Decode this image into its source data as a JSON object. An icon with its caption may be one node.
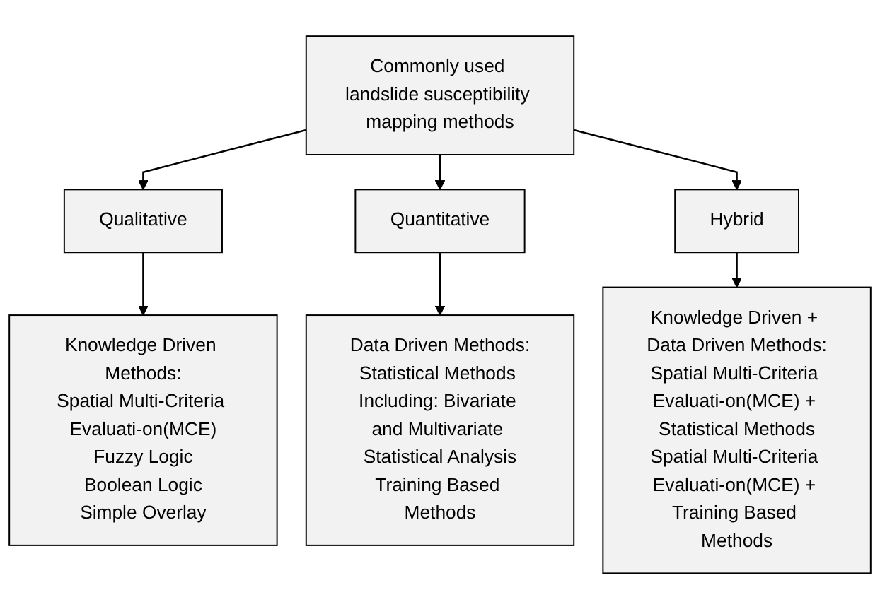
{
  "diagram": {
    "nodes": [
      {
        "text": [
          "Commonly used landslide susceptibility mapping methods"
        ]
      },
      {
        "text": [
          "Qualitative"
        ]
      },
      {
        "text": [
          "Quantitative"
        ]
      },
      {
        "text": [
          "Hybrid"
        ]
      },
      {
        "text": [
          "Knowledge Driven Methods:",
          "Spatial Multi-Criteria Evaluati-on(MCE)",
          "Fuzzy Logic",
          "Boolean Logic",
          "Simple Overlay"
        ]
      },
      {
        "text": [
          "Data Driven Methods:",
          "Statistical Methods Including: Bivariate and Multivariate Statistical Analysis",
          "Training Based Methods"
        ]
      },
      {
        "text": [
          "Knowledge Driven + Data Driven Methods:",
          "Spatial Multi-Criteria Evaluati-on(MCE) + Statistical Methods",
          "Spatial Multi-Criteria Evaluati-on(MCE) + Training Based Methods"
        ]
      }
    ],
    "edges": [
      {
        "from": 0,
        "to": 1,
        "arrow": "to"
      },
      {
        "from": 0,
        "to": 2,
        "arrow": "to"
      },
      {
        "from": 0,
        "to": 3,
        "arrow": "to"
      },
      {
        "from": 1,
        "to": 4,
        "arrow": "to"
      },
      {
        "from": 2,
        "to": 5,
        "arrow": "to"
      },
      {
        "from": 3,
        "to": 6,
        "arrow": "to"
      }
    ]
  }
}
